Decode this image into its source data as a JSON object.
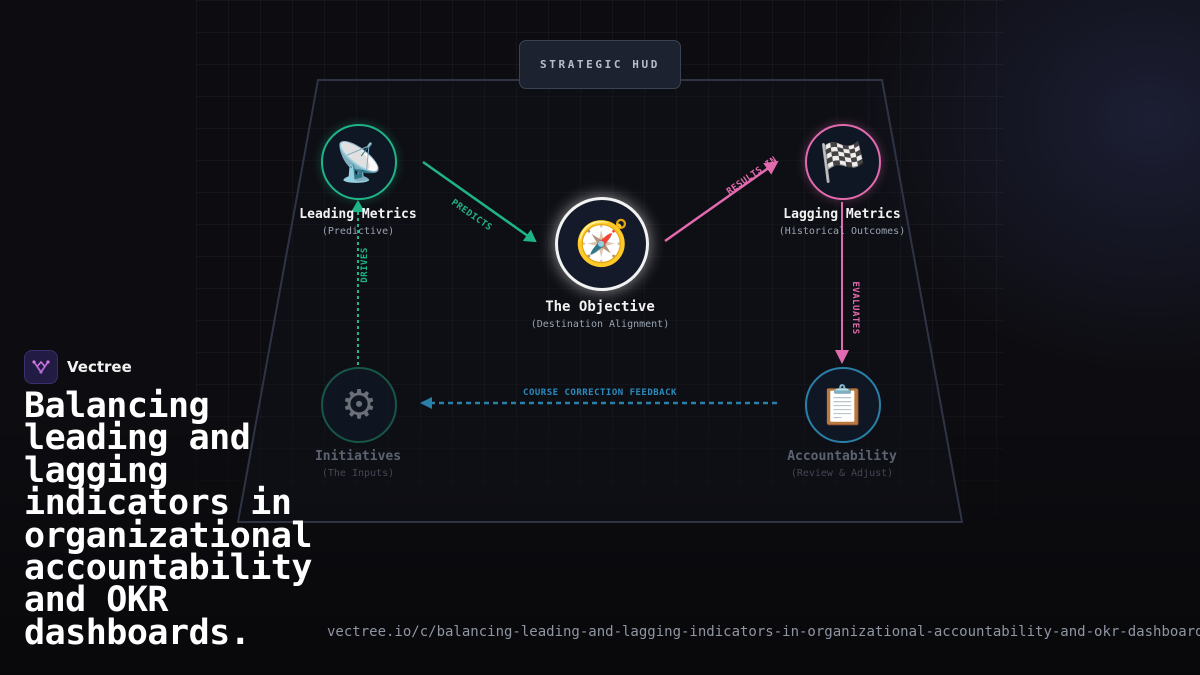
{
  "hud": {
    "title": "STRATEGIC HUD"
  },
  "nodes": {
    "leading": {
      "label": "Leading Metrics",
      "sub": "(Predictive)",
      "icon": "satellite-dish-icon",
      "glyph": "📡",
      "color": "#1fb488"
    },
    "objective": {
      "label": "The Objective",
      "sub": "(Destination Alignment)",
      "icon": "compass-icon",
      "glyph": "🧭",
      "color": "#ffffff"
    },
    "lagging": {
      "label": "Lagging Metrics",
      "sub": "(Historical Outcomes)",
      "icon": "checkered-flag-icon",
      "glyph": "🏁",
      "color": "#e26aae"
    },
    "initiatives": {
      "label": "Initiatives",
      "sub": "(The Inputs)",
      "icon": "tire-icon",
      "glyph": "⚙",
      "color": "#1b6e58"
    },
    "accountability": {
      "label": "Accountability",
      "sub": "(Review & Adjust)",
      "icon": "clipboard-icon",
      "glyph": "📋",
      "color": "#2a7fa8"
    }
  },
  "edges": {
    "predicts": "PREDICTS",
    "results_in": "RESULTS IN",
    "evaluates": "EVALUATES",
    "drives": "DRIVES",
    "feedback": "COURSE CORRECTION FEEDBACK"
  },
  "brand": {
    "name": "Vectree",
    "icon": "vectree-logo-icon"
  },
  "headline": "Balancing leading and lagging indicators in organizational accountability and OKR dashboards.",
  "url": "vectree.io/c/balancing-leading-and-lagging-indicators-in-organizational-accountability-and-okr-dashboards"
}
